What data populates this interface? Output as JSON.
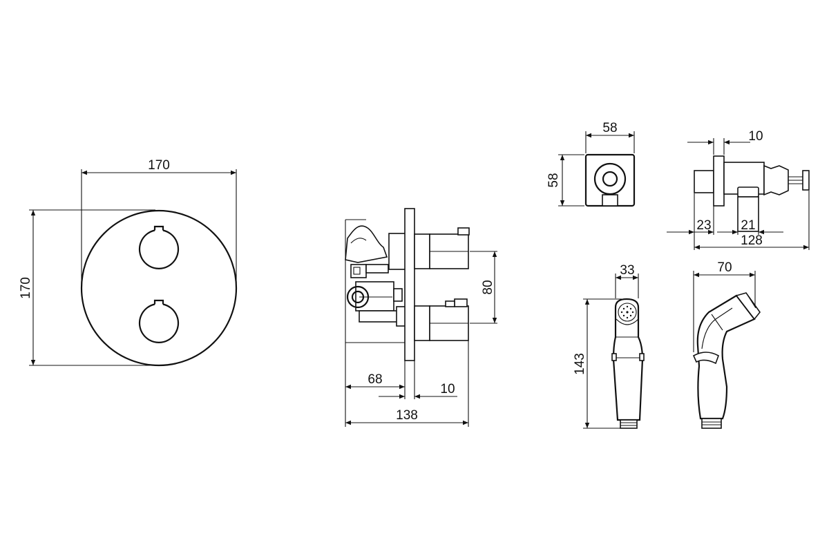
{
  "dimensions": {
    "front_width": "170",
    "front_height": "170",
    "body_depth_68": "68",
    "plate_thickness_10": "10",
    "body_total_138": "138",
    "outlet_spacing_80": "80",
    "elbow_width_58": "58",
    "elbow_height_58": "58",
    "elbow_flange_10": "10",
    "elbow_23": "23",
    "elbow_21": "21",
    "elbow_total_128": "128",
    "spray_width_33": "33",
    "spray_height_143": "143",
    "spray_depth_70": "70"
  }
}
